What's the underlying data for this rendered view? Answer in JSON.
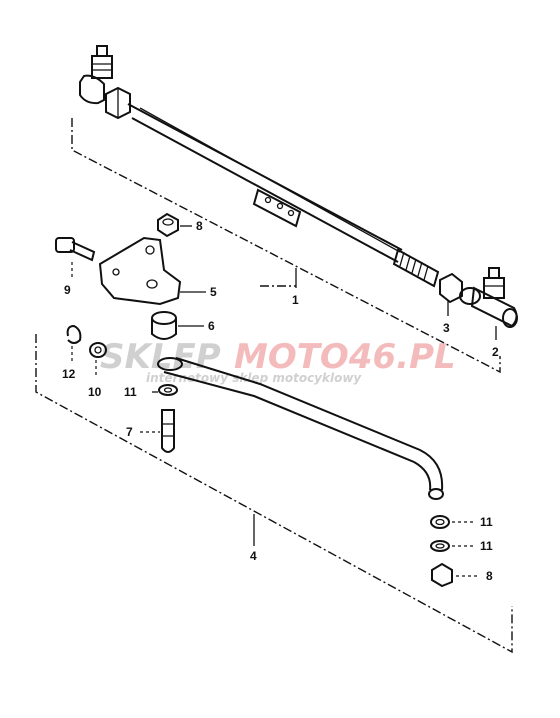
{
  "watermark": {
    "brand_prefix": "SKLEP",
    "brand_suffix": "MOTO46.PL",
    "tagline": "internetowy sklep motocyklowy",
    "colors": {
      "prefix": "#c8c8c8",
      "suffix": "#f2b0b0",
      "tagline": "#c8c8c8"
    }
  },
  "parts": [
    {
      "id": "label-1",
      "text": "1"
    },
    {
      "id": "label-2",
      "text": "2"
    },
    {
      "id": "label-3",
      "text": "3"
    },
    {
      "id": "label-4",
      "text": "4"
    },
    {
      "id": "label-5",
      "text": "5"
    },
    {
      "id": "label-6",
      "text": "6"
    },
    {
      "id": "label-7",
      "text": "7"
    },
    {
      "id": "label-8a",
      "text": "8"
    },
    {
      "id": "label-8b",
      "text": "8"
    },
    {
      "id": "label-9",
      "text": "9"
    },
    {
      "id": "label-10",
      "text": "10"
    },
    {
      "id": "label-11a",
      "text": "11"
    },
    {
      "id": "label-11b",
      "text": "11"
    },
    {
      "id": "label-11c",
      "text": "11"
    },
    {
      "id": "label-12",
      "text": "12"
    }
  ]
}
